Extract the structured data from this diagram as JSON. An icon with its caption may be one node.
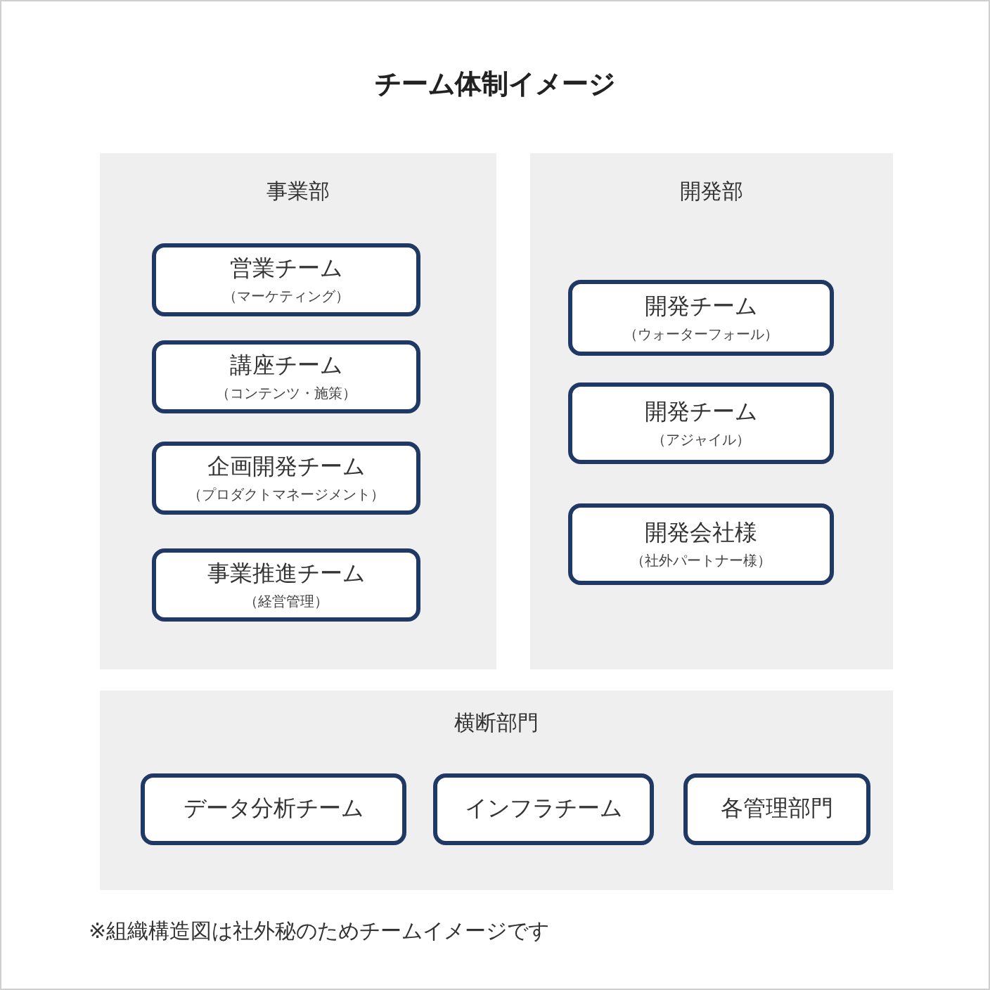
{
  "diagram": {
    "title": "チーム体制イメージ",
    "nodes": [
      {
        "text": [
          "事業部"
        ]
      },
      {
        "text": [
          "営業チーム",
          "（マーケティング）"
        ],
        "in": 0
      },
      {
        "text": [
          "講座チーム",
          "（コンテンツ・施策）"
        ],
        "in": 0
      },
      {
        "text": [
          "企画開発チーム",
          "（プロダクトマネージメント）"
        ],
        "in": 0
      },
      {
        "text": [
          "事業推進チーム",
          "（経営管理）"
        ],
        "in": 0
      },
      {
        "text": [
          "開発部"
        ]
      },
      {
        "text": [
          "開発チーム",
          "（ウォーターフォール）"
        ],
        "in": 5
      },
      {
        "text": [
          "開発チーム",
          "（アジャイル）"
        ],
        "in": 5
      },
      {
        "text": [
          "開発会社様",
          "（社外パートナー様）"
        ],
        "in": 5
      },
      {
        "text": [
          "横断部門"
        ]
      },
      {
        "text": [
          "データ分析チーム"
        ],
        "in": 9
      },
      {
        "text": [
          "インフラチーム"
        ],
        "in": 9
      },
      {
        "text": [
          "各管理部門"
        ],
        "in": 9
      }
    ],
    "labels": [
      "※組織構造図は社外秘のためチームイメージです"
    ]
  }
}
